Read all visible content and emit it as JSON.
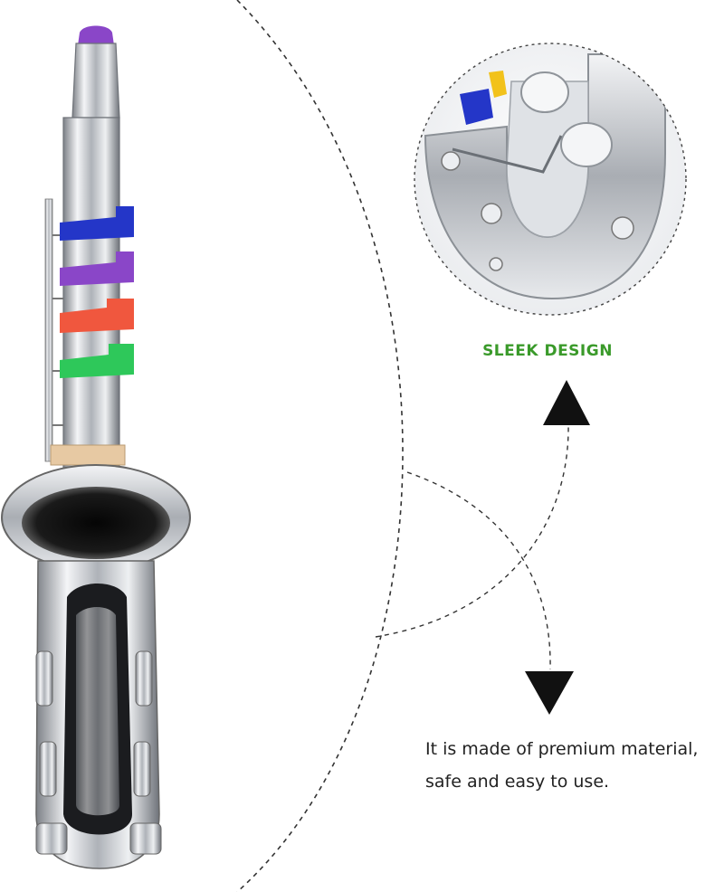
{
  "headline": "SLEEK DESIGN",
  "description": {
    "line1": "It is made of premium material,",
    "line2": "safe and easy to use."
  },
  "colors": {
    "headline": "#3a9a2a",
    "key_blue": "#2436c8",
    "key_purple": "#8a46c8",
    "key_red": "#f0573e",
    "key_green": "#2ec85a",
    "silver": "#c9ccd1",
    "dashed_line": "#333333"
  }
}
